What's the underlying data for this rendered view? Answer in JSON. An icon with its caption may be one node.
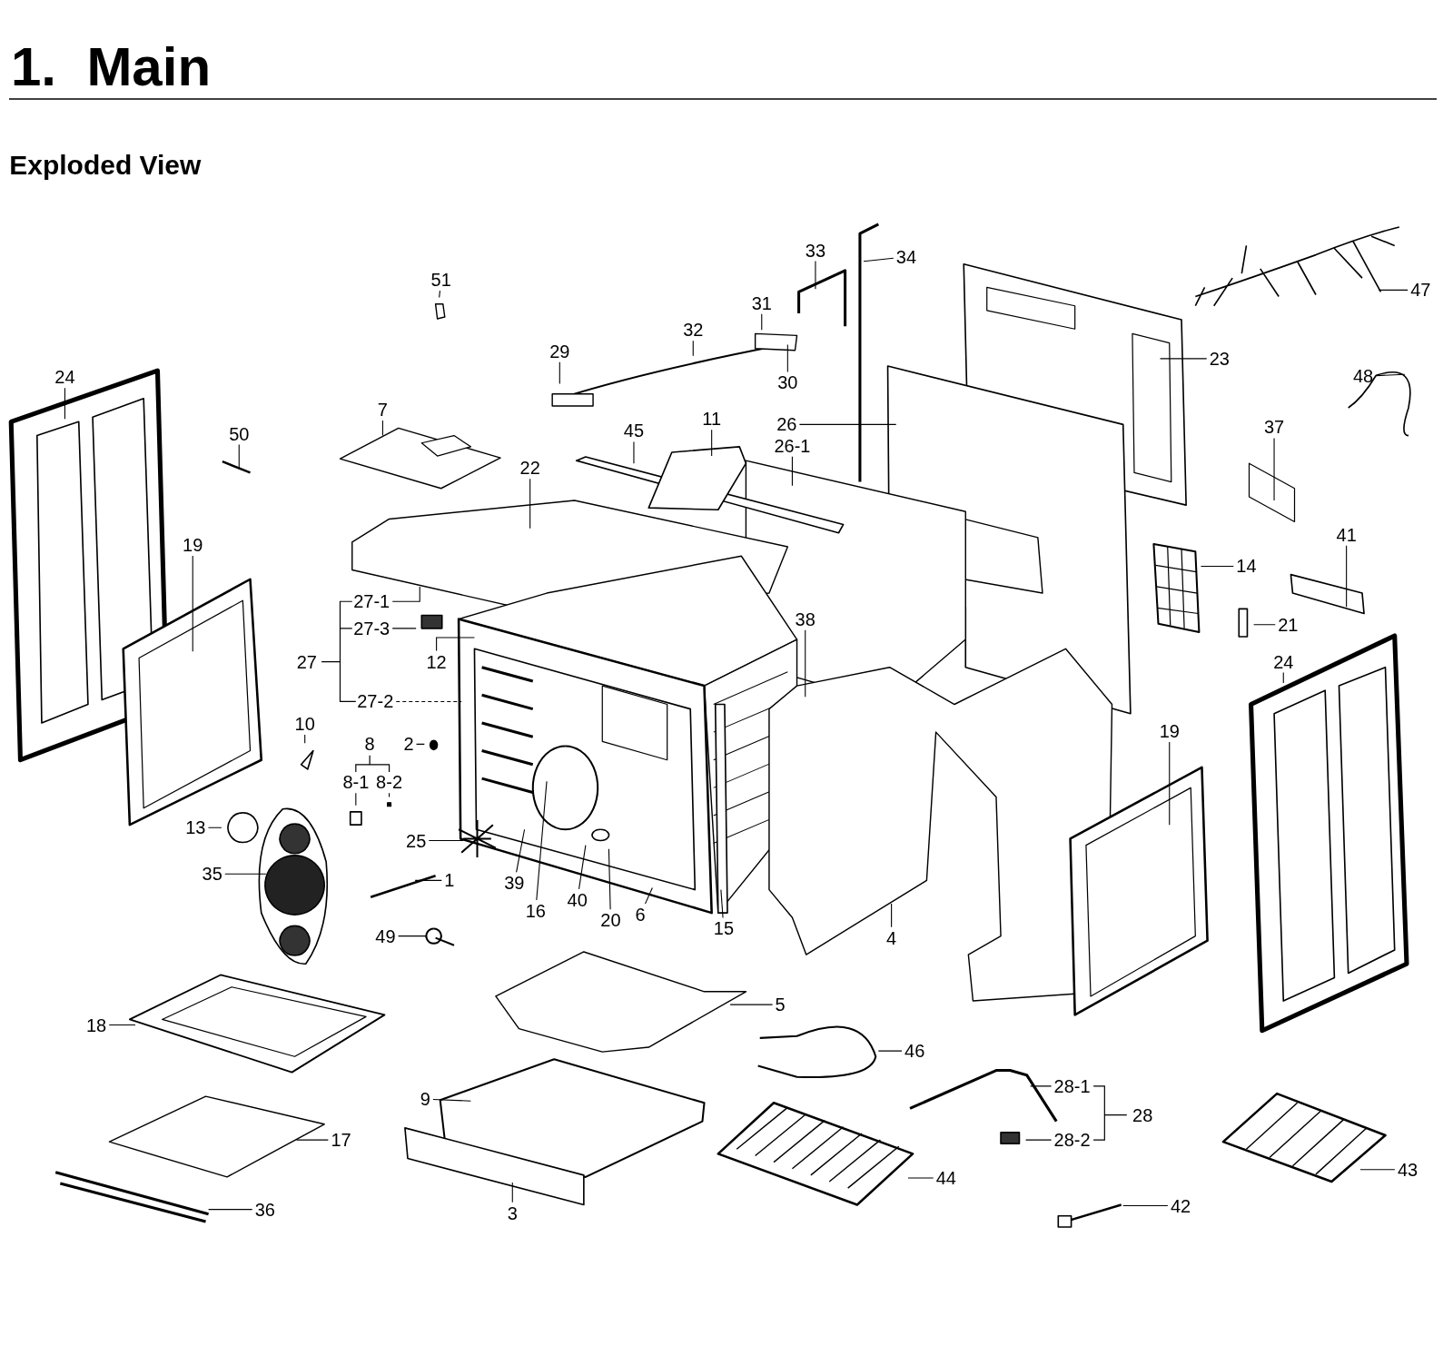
{
  "diagram": {
    "title": "1.  Main",
    "nodes": [
      {
        "text": [
          "51"
        ]
      },
      {
        "text": [
          "33"
        ]
      },
      {
        "text": [
          "34"
        ]
      },
      {
        "text": [
          "47"
        ]
      },
      {
        "text": [
          "31"
        ]
      },
      {
        "text": [
          "32"
        ]
      },
      {
        "text": [
          "29"
        ]
      },
      {
        "text": [
          "23"
        ]
      },
      {
        "text": [
          "24"
        ]
      },
      {
        "text": [
          "48"
        ]
      },
      {
        "text": [
          "30"
        ]
      },
      {
        "text": [
          "7"
        ]
      },
      {
        "text": [
          "11"
        ]
      },
      {
        "text": [
          "26"
        ]
      },
      {
        "text": [
          "37"
        ]
      },
      {
        "text": [
          "45"
        ]
      },
      {
        "text": [
          "50"
        ]
      },
      {
        "text": [
          "26-1"
        ]
      },
      {
        "text": [
          "22"
        ]
      },
      {
        "text": [
          "41"
        ]
      },
      {
        "text": [
          "19"
        ]
      },
      {
        "text": [
          "14"
        ]
      },
      {
        "text": [
          "27-1"
        ]
      },
      {
        "text": [
          "38"
        ]
      },
      {
        "text": [
          "21"
        ]
      },
      {
        "text": [
          "27-3"
        ]
      },
      {
        "text": [
          "24"
        ]
      },
      {
        "text": [
          "12"
        ]
      },
      {
        "text": [
          "27-2"
        ]
      },
      {
        "text": [
          "10"
        ]
      },
      {
        "text": [
          "19"
        ]
      },
      {
        "text": [
          "2"
        ]
      },
      {
        "text": [
          "8-1"
        ]
      },
      {
        "text": [
          "8-2"
        ]
      },
      {
        "text": [
          "13"
        ]
      },
      {
        "text": [
          "25"
        ]
      },
      {
        "text": [
          "35"
        ]
      },
      {
        "text": [
          "1"
        ]
      },
      {
        "text": [
          "39"
        ]
      },
      {
        "text": [
          "16"
        ]
      },
      {
        "text": [
          "40"
        ]
      },
      {
        "text": [
          "6"
        ]
      },
      {
        "text": [
          "20"
        ]
      },
      {
        "text": [
          "15"
        ]
      },
      {
        "text": [
          "4"
        ]
      },
      {
        "text": [
          "49"
        ]
      },
      {
        "text": [
          "5"
        ]
      },
      {
        "text": [
          "18"
        ]
      },
      {
        "text": [
          "46"
        ]
      },
      {
        "text": [
          "28-1"
        ]
      },
      {
        "text": [
          "9"
        ]
      },
      {
        "text": [
          "17"
        ]
      },
      {
        "text": [
          "28-2"
        ]
      },
      {
        "text": [
          "44"
        ]
      },
      {
        "text": [
          "43"
        ]
      },
      {
        "text": [
          "42"
        ]
      },
      {
        "text": [
          "36"
        ]
      },
      {
        "text": [
          "3"
        ]
      }
    ],
    "edges": [
      {
        "from": 0,
        "to": null,
        "arrow": "none"
      },
      {
        "from": 1,
        "to": null,
        "arrow": "none"
      },
      {
        "from": 2,
        "to": null,
        "arrow": "none"
      },
      {
        "from": 3,
        "to": null,
        "arrow": "none"
      },
      {
        "from": 4,
        "to": null,
        "arrow": "none"
      },
      {
        "from": 5,
        "to": null,
        "arrow": "none"
      },
      {
        "from": 6,
        "to": null,
        "arrow": "none"
      },
      {
        "from": 7,
        "to": null,
        "arrow": "none"
      },
      {
        "from": 8,
        "to": null,
        "arrow": "none"
      },
      {
        "from": 9,
        "to": null,
        "arrow": "none"
      },
      {
        "from": 10,
        "to": null,
        "arrow": "none"
      },
      {
        "from": 11,
        "to": null,
        "arrow": "none"
      },
      {
        "from": 12,
        "to": null,
        "arrow": "none"
      },
      {
        "from": 13,
        "to": null,
        "arrow": "none"
      },
      {
        "from": 14,
        "to": null,
        "arrow": "none"
      },
      {
        "from": 15,
        "to": null,
        "arrow": "none"
      },
      {
        "from": 16,
        "to": null,
        "arrow": "none"
      },
      {
        "from": 17,
        "to": null,
        "arrow": "none"
      },
      {
        "from": 18,
        "to": null,
        "arrow": "none"
      },
      {
        "from": 19,
        "to": null,
        "arrow": "none"
      },
      {
        "from": 20,
        "to": null,
        "arrow": "none"
      },
      {
        "from": 21,
        "to": null,
        "arrow": "none"
      },
      {
        "from": 22,
        "to": null,
        "arrow": "none"
      },
      {
        "from": 23,
        "to": null,
        "arrow": "none"
      },
      {
        "from": 24,
        "to": null,
        "arrow": "none"
      },
      {
        "from": 25,
        "to": null,
        "arrow": "none"
      },
      {
        "from": 26,
        "to": null,
        "arrow": "none"
      },
      {
        "from": 27,
        "to": null,
        "arrow": "none"
      },
      {
        "from": 28,
        "to": null,
        "arrow": "none",
        "style": "dashed"
      },
      {
        "from": 29,
        "to": null,
        "arrow": "none"
      },
      {
        "from": 30,
        "to": null,
        "arrow": "none"
      },
      {
        "from": 31,
        "to": null,
        "arrow": "none"
      },
      {
        "from": 32,
        "to": null,
        "arrow": "none"
      },
      {
        "from": 33,
        "to": null,
        "arrow": "none"
      },
      {
        "from": 34,
        "to": null,
        "arrow": "none"
      },
      {
        "from": 35,
        "to": null,
        "arrow": "none"
      },
      {
        "from": 36,
        "to": null,
        "arrow": "none"
      },
      {
        "from": 37,
        "to": null,
        "arrow": "none"
      },
      {
        "from": 38,
        "to": null,
        "arrow": "none"
      },
      {
        "from": 39,
        "to": null,
        "arrow": "none"
      },
      {
        "from": 40,
        "to": null,
        "arrow": "none"
      },
      {
        "from": 41,
        "to": null,
        "arrow": "none"
      },
      {
        "from": 42,
        "to": null,
        "arrow": "none"
      },
      {
        "from": 43,
        "to": null,
        "arrow": "none"
      },
      {
        "from": 44,
        "to": null,
        "arrow": "none"
      },
      {
        "from": 45,
        "to": null,
        "arrow": "none"
      },
      {
        "from": 46,
        "to": null,
        "arrow": "none"
      },
      {
        "from": 47,
        "to": null,
        "arrow": "none"
      },
      {
        "from": 48,
        "to": null,
        "arrow": "none"
      },
      {
        "from": 49,
        "to": null,
        "arrow": "none"
      },
      {
        "from": 50,
        "to": null,
        "arrow": "none"
      },
      {
        "from": 51,
        "to": null,
        "arrow": "none"
      },
      {
        "from": 52,
        "to": null,
        "arrow": "none"
      },
      {
        "from": 53,
        "to": null,
        "arrow": "none"
      },
      {
        "from": 54,
        "to": null,
        "arrow": "none"
      },
      {
        "from": 55,
        "to": null,
        "arrow": "none"
      },
      {
        "from": 56,
        "to": null,
        "arrow": "none"
      },
      {
        "from": 57,
        "to": null,
        "arrow": "none"
      }
    ],
    "labels": [
      "Exploded View",
      "27",
      "8",
      "28"
    ]
  }
}
